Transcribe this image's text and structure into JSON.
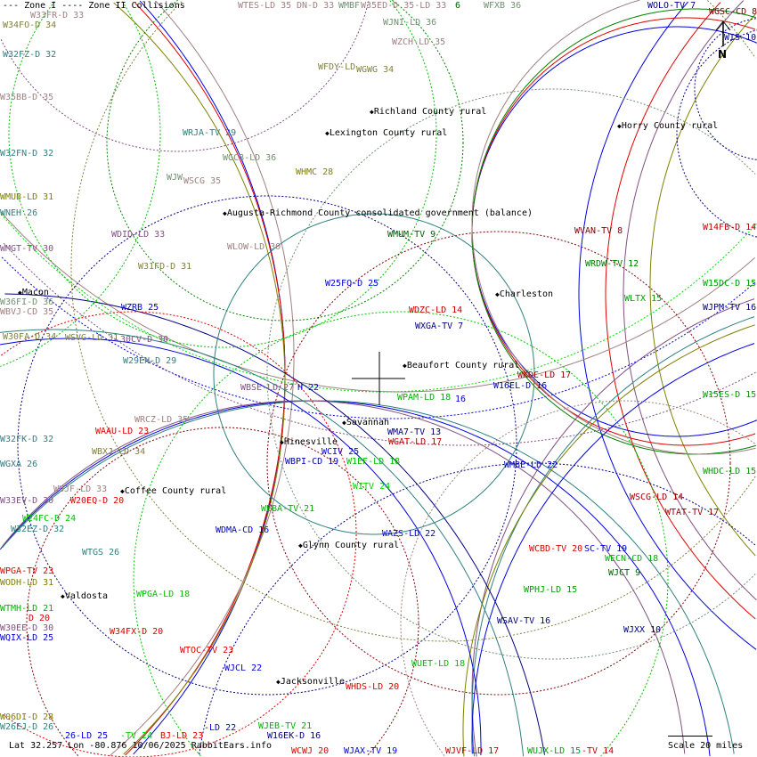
{
  "legend": {
    "zone1": "--- Zone I",
    "zone2": "---- Zone II",
    "collisions": "Collisions"
  },
  "north_label": "N",
  "scale_label": "Scale 20 miles",
  "status_line": "Lat 32.257 Lon -80.876 10/06/2025 RabbitEars.info",
  "cities": [
    "Richland County rural",
    "Lexington County rural",
    "Horry County rural",
    "Augusta-Richmond County consolidated government (balance)",
    "Macon",
    "Charleston",
    "Beaufort County rural",
    "Savannah",
    "Hinesville",
    "Coffee County rural",
    "Glynn County rural",
    "Valdosta",
    "Jacksonville"
  ],
  "stations": [
    {
      "text": "WTES-LD 35",
      "color": "#a08080"
    },
    {
      "text": "DN-D 33",
      "color": "#a08080"
    },
    {
      "text": "WMBF",
      "color": "#709070"
    },
    {
      "text": "W35ED-D 35-LD 33",
      "color": "#a08080"
    },
    {
      "text": "6",
      "color": "#006000"
    },
    {
      "text": "WFXB 36",
      "color": "#709070"
    },
    {
      "text": "WOLO-TV 7",
      "color": "#000080"
    },
    {
      "text": "WGSC-CD 8",
      "color": "#800000"
    },
    {
      "text": "WIS 10",
      "color": "#000080"
    },
    {
      "text": "W33FR-D 33",
      "color": "#a08080"
    },
    {
      "text": "W34FO-D 34",
      "color": "#808040"
    },
    {
      "text": "W32FZ-D 32",
      "color": "#2f7f7f"
    },
    {
      "text": "W35BB-D 35",
      "color": "#a08080"
    },
    {
      "text": "WJNI-LD 36",
      "color": "#709070"
    },
    {
      "text": "WZCH-LD 35",
      "color": "#a08080"
    },
    {
      "text": "WFDY-LD",
      "color": "#808040"
    },
    {
      "text": "WGWG 34",
      "color": "#808040"
    },
    {
      "text": "WRJA-TV 29",
      "color": "#2f7f7f"
    },
    {
      "text": "WGCB-LD 36",
      "color": "#709070"
    },
    {
      "text": "WHMC 28",
      "color": "#808000"
    },
    {
      "text": "WJW",
      "color": "#709070"
    },
    {
      "text": "WSCG 35",
      "color": "#a08080"
    },
    {
      "text": "W32FN-D 32",
      "color": "#2f7f7f"
    },
    {
      "text": "WMUB-LD 31",
      "color": "#808000"
    },
    {
      "text": "WNEH 26",
      "color": "#2f7f7f"
    },
    {
      "text": "WDID-LD 33",
      "color": "#805080"
    },
    {
      "text": "WLOW-LD 30",
      "color": "#a08080"
    },
    {
      "text": "WMUM-TV 9",
      "color": "#006000"
    },
    {
      "text": "WVAN-TV 8",
      "color": "#800000"
    },
    {
      "text": "W14FB-D 14",
      "color": "#c00000"
    },
    {
      "text": "WMGT-TV 30",
      "color": "#805080"
    },
    {
      "text": "WRDW-TV 12",
      "color": "#008000"
    },
    {
      "text": "W31FD-D 31",
      "color": "#808040"
    },
    {
      "text": "W25FQ-D 25",
      "color": "#0000e0"
    },
    {
      "text": "W15DC-D 15",
      "color": "#00a000"
    },
    {
      "text": "WLTX 15",
      "color": "#00a000"
    },
    {
      "text": "WJPM-TV 16",
      "color": "#000080"
    },
    {
      "text": "W36FI-D 36",
      "color": "#709070"
    },
    {
      "text": "WBVJ-CD 35",
      "color": "#a08080"
    },
    {
      "text": "WZRB 25",
      "color": "#0000e0"
    },
    {
      "text": "WDZC-LD 14",
      "color": "#c00000"
    },
    {
      "text": "WXGA-TV 7",
      "color": "#000080"
    },
    {
      "text": "W30FA-D 34",
      "color": "#808040"
    },
    {
      "text": "WSVG-LD 31",
      "color": "#808040"
    },
    {
      "text": "30CV-D 30",
      "color": "#805080"
    },
    {
      "text": "W29EN-D 29",
      "color": "#2f7f7f"
    },
    {
      "text": "WKDC-LD 17",
      "color": "#a00000"
    },
    {
      "text": "W16EL-D 16",
      "color": "#0000c0"
    },
    {
      "text": "WBSE-LD 27",
      "color": "#805080"
    },
    {
      "text": "H 22",
      "color": "#0000e0"
    },
    {
      "text": "W15ES-D 15",
      "color": "#00a000"
    },
    {
      "text": "WPAM-LD 18",
      "color": "#00b000"
    },
    {
      "text": "16",
      "color": "#0000c0"
    },
    {
      "text": "WRCZ-LD 35",
      "color": "#a08080"
    },
    {
      "text": "WAAU-LD 23",
      "color": "#e00000"
    },
    {
      "text": "WMA7-TV 13",
      "color": "#000080"
    },
    {
      "text": "WGAT-LD 17",
      "color": "#c00000"
    },
    {
      "text": "W32FK-D 32",
      "color": "#2f7f7f"
    },
    {
      "text": "WBXJ-CD 34",
      "color": "#808040"
    },
    {
      "text": "WCIV 25",
      "color": "#0000e0"
    },
    {
      "text": "WBPI-CD 19",
      "color": "#0000c0"
    },
    {
      "text": "W1EF-LD 18",
      "color": "#00c000"
    },
    {
      "text": "WMBE-LD 22",
      "color": "#0000c0"
    },
    {
      "text": "WGXA 26",
      "color": "#2f7f7f"
    },
    {
      "text": "WHDC-LD 15",
      "color": "#00a000"
    },
    {
      "text": "WUJF-LD 33",
      "color": "#a08080"
    },
    {
      "text": "WITV 24",
      "color": "#00d000"
    },
    {
      "text": "W33EV-D 30",
      "color": "#805080"
    },
    {
      "text": "W20EQ-D 20",
      "color": "#e00000"
    },
    {
      "text": "WSCG-LD 14",
      "color": "#a00000"
    },
    {
      "text": "WEBA-TV 21",
      "color": "#00b000"
    },
    {
      "text": "WTAT-TV 17",
      "color": "#a00000"
    },
    {
      "text": "W24FC-D 24",
      "color": "#00c000"
    },
    {
      "text": "W32EZ-D 32",
      "color": "#2f7f7f"
    },
    {
      "text": "WDMA-CD 16",
      "color": "#0000c0"
    },
    {
      "text": "WAZS-LD 22",
      "color": "#0000e0"
    },
    {
      "text": "WCBD-TV 20",
      "color": "#e00000"
    },
    {
      "text": "SC-TV 19",
      "color": "#0000e0"
    },
    {
      "text": "WECN-CD 18",
      "color": "#00b000"
    },
    {
      "text": "WTGS 26",
      "color": "#2f7f7f"
    },
    {
      "text": "WPGA-TV 23",
      "color": "#e00000"
    },
    {
      "text": "WJCT 9",
      "color": "#006000"
    },
    {
      "text": "WODH-LD 31",
      "color": "#808000"
    },
    {
      "text": "WPHJ-LD 15",
      "color": "#00a000"
    },
    {
      "text": "WPGA-LD 18",
      "color": "#00c000"
    },
    {
      "text": "WTMH-LD 21",
      "color": "#00b000"
    },
    {
      "text": "D 20",
      "color": "#e00000"
    },
    {
      "text": "WSAV-TV 16",
      "color": "#000080"
    },
    {
      "text": "W30EE-D 30",
      "color": "#805080"
    },
    {
      "text": "WQIX-LD 25",
      "color": "#0000e0"
    },
    {
      "text": "W34FX-D 20",
      "color": "#e00000"
    },
    {
      "text": "WJXX 10",
      "color": "#000080"
    },
    {
      "text": "WTOC-TV 23",
      "color": "#e00000"
    },
    {
      "text": "WJCL 22",
      "color": "#0000e0"
    },
    {
      "text": "WUET-LD 18",
      "color": "#00c000"
    },
    {
      "text": "WHDS-LD 20",
      "color": "#e00000"
    },
    {
      "text": "W26EJ-D 26",
      "color": "#2f7f7f"
    },
    {
      "text": "W06DI-D 28",
      "color": "#808000"
    },
    {
      "text": "W16EK-D 16",
      "color": "#000080"
    },
    {
      "text": "WJVF-LD 17",
      "color": "#c00000"
    },
    {
      "text": "WUJX-LD 15",
      "color": "#00a000"
    },
    {
      "text": "-TV 14",
      "color": "#c00000"
    },
    {
      "text": "26-LD 25",
      "color": "#0000e0"
    },
    {
      "text": "-TV 24",
      "color": "#00d000"
    },
    {
      "text": "BJ-LD 23",
      "color": "#e00000"
    },
    {
      "text": "-LD 22",
      "color": "#0000e0"
    },
    {
      "text": "WJEB-TV 21",
      "color": "#00b000"
    },
    {
      "text": "WCWJ 20",
      "color": "#e00000"
    },
    {
      "text": "WJAX-TV 19",
      "color": "#0000e0"
    }
  ]
}
